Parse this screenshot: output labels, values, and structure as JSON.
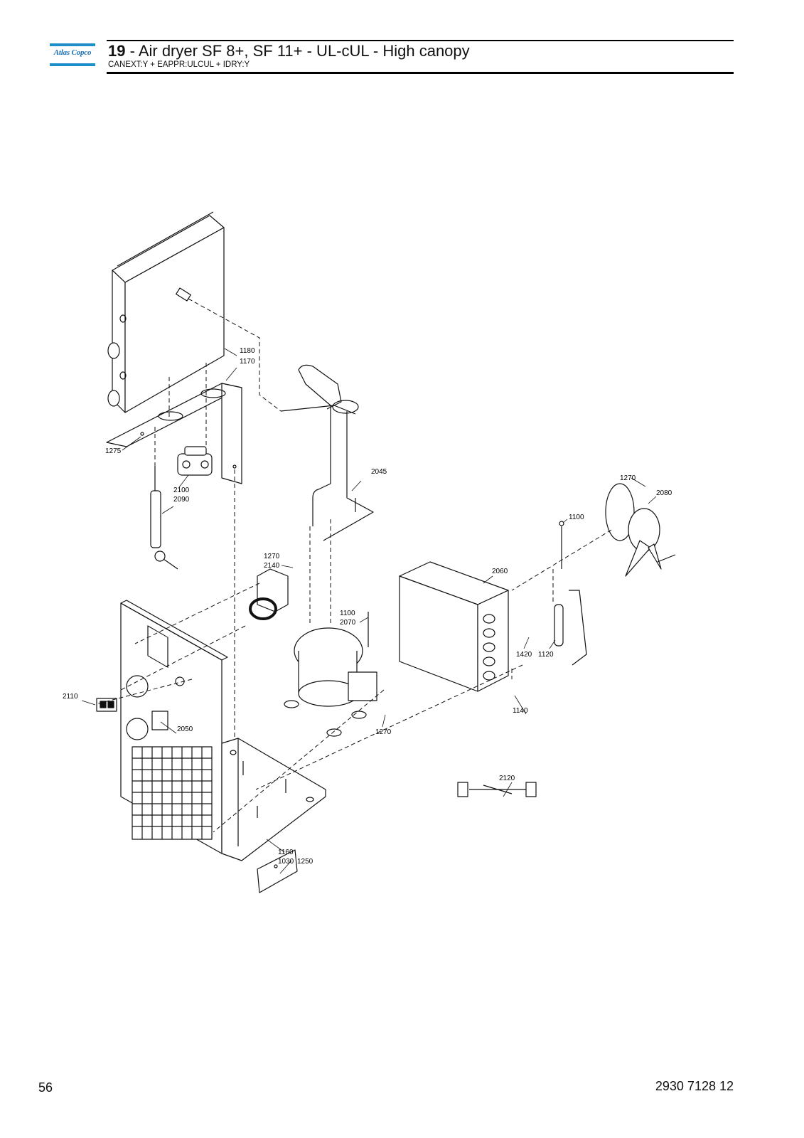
{
  "header": {
    "logo_text": "Atlas Copco",
    "section_number": "19",
    "title_rest": " - Air dryer SF 8+, SF 11+ - UL-cUL - High canopy",
    "subtitle": "CANEXT:Y + EAPPR:ULCUL + IDRY:Y"
  },
  "callouts": {
    "c1180": "1180",
    "c1170": "1170",
    "c1275": "1275",
    "c2100": "2100",
    "c2090": "2090",
    "c2045": "2045",
    "c1270_a": "1270",
    "c2140": "2140",
    "c1100_a": "1100",
    "c2070": "2070",
    "c2060": "2060",
    "c1270_b": "1270",
    "c2080": "2080",
    "c1100_b": "1100",
    "c1420": "1420",
    "c1120": "1120",
    "c1140": "1140",
    "c2110": "2110",
    "c2050": "2050",
    "c1270_c": "1270",
    "c2120": "2120",
    "c1160": "1160",
    "c1030": "1030",
    "c1250": "1250"
  },
  "footer": {
    "page_number": "56",
    "doc_number": "2930 7128 12"
  }
}
